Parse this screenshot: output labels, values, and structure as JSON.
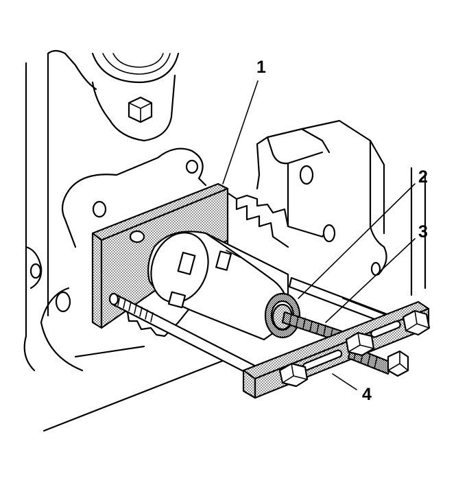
{
  "callouts": [
    {
      "id": "1",
      "label": "1"
    },
    {
      "id": "2",
      "label": "2"
    },
    {
      "id": "3",
      "label": "3"
    },
    {
      "id": "4",
      "label": "4"
    }
  ],
  "colors": {
    "ink": "#000000",
    "paper": "#ffffff",
    "stipple": "#9a9a9a"
  }
}
